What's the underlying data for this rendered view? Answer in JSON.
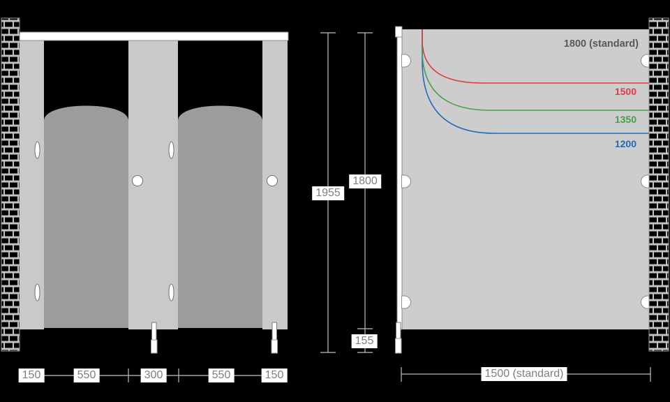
{
  "front_elevation": {
    "width_dims": [
      "150",
      "550",
      "300",
      "550",
      "150"
    ],
    "total_height": "1955",
    "panel_height": "1800",
    "floor_clearance": "155"
  },
  "side_elevation": {
    "height_options": [
      {
        "label": "1800 (standard)",
        "color": "#595959"
      },
      {
        "label": "1500",
        "color": "#e03a3e"
      },
      {
        "label": "1350",
        "color": "#43a047"
      },
      {
        "label": "1200",
        "color": "#1f6cb5"
      }
    ],
    "depth_dim": "1500 (standard)"
  },
  "colors": {
    "background": "#000000",
    "pilaster_gray": "#c9c9c9",
    "door_gray": "#9c9c9c",
    "panel_gray": "#cdcdcd",
    "dim_line": "#c0c0c0",
    "dim_text": "#7f7f7f",
    "option_red": "#e03a3e",
    "option_green": "#43a047",
    "option_blue": "#1f6cb5"
  }
}
